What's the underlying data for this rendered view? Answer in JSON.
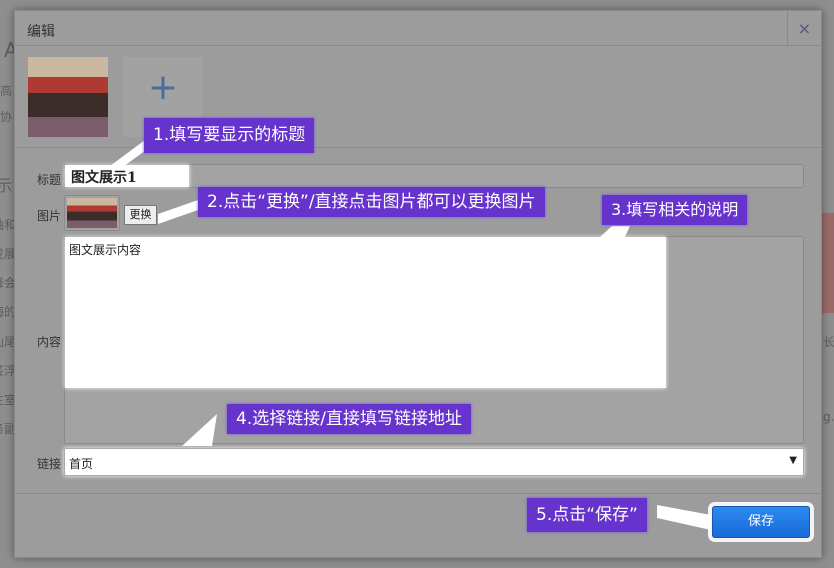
{
  "background": {
    "left_fragments": [
      "A",
      "高",
      "协",
      "示",
      "袖和",
      "发展",
      "峰会",
      "海的",
      "仙尾",
      "芸浮",
      "主室",
      "务副"
    ],
    "right_fragments": [
      "长",
      "g."
    ]
  },
  "dialog": {
    "title": "编辑",
    "close": "×",
    "add_icon": "+",
    "form": {
      "title_label": "标题",
      "title_value": "图文展示1",
      "image_label": "图片",
      "change_button": "更换",
      "content_label": "内容",
      "content_value": "图文展示内容",
      "link_label": "链接",
      "link_value": "首页",
      "link_arrow": "▼"
    },
    "save_button": "保存"
  },
  "callouts": [
    "1.填写要显示的标题",
    "2.点击“更换”/直接点击图片都可以更换图片",
    "3.填写相关的说明",
    "4.选择链接/直接填写链接地址",
    "5.点击“保存”"
  ],
  "colors": {
    "callout": "#6633cc",
    "save": "#1a6ad8"
  }
}
